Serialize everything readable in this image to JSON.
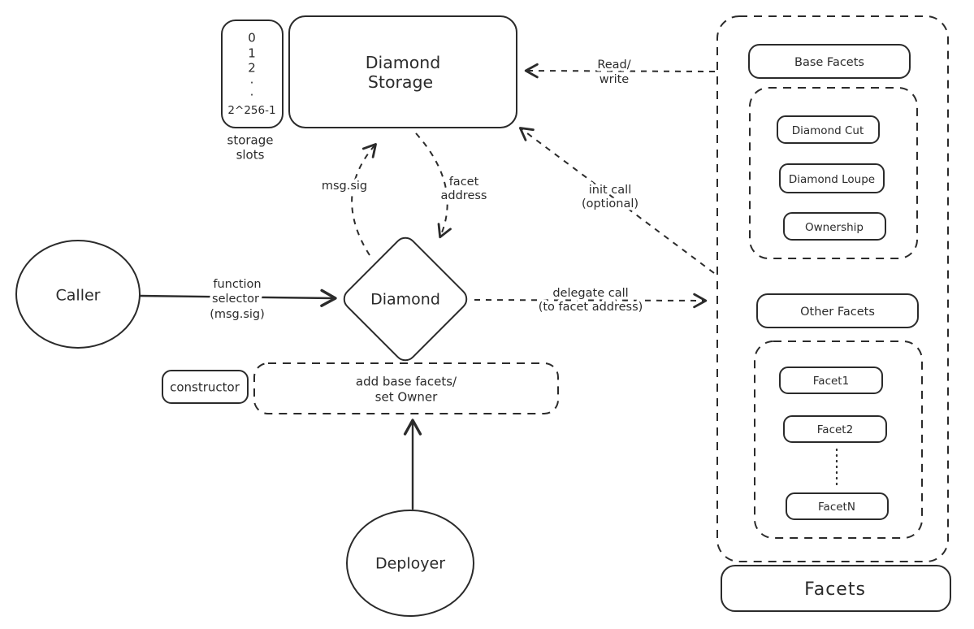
{
  "colors": {
    "ink": "#2b2b2b",
    "background": "#ffffff"
  },
  "nodes": {
    "storage_slots": {
      "rows": [
        "0",
        "1",
        "2",
        ".",
        ".",
        "2^256-1"
      ],
      "caption_line1": "storage",
      "caption_line2": "slots"
    },
    "diamond_storage": {
      "line1": "Diamond",
      "line2": "Storage"
    },
    "caller": "Caller",
    "diamond": "Diamond",
    "deployer": "Deployer",
    "constructor": "constructor",
    "init_box": {
      "line1": "add base facets/",
      "line2": "set Owner"
    }
  },
  "edges": {
    "function_selector": {
      "line1": "function",
      "line2": "selector",
      "line3": "(msg.sig)"
    },
    "msg_sig": "msg.sig",
    "facet_address": {
      "line1": "facet",
      "line2": "address"
    },
    "delegate_call": {
      "line1": "delegate call",
      "line2": "(to facet address)"
    },
    "init_call": {
      "line1": "init call",
      "line2": "(optional)"
    },
    "read_write": {
      "line1": "Read/",
      "line2": "write"
    }
  },
  "facets_panel": {
    "base_facets_label": "Base Facets",
    "base_items": [
      "Diamond Cut",
      "Diamond Loupe",
      "Ownership"
    ],
    "other_facets_label": "Other Facets",
    "other_items": [
      "Facet1",
      "Facet2",
      "FacetN"
    ],
    "title": "Facets"
  }
}
